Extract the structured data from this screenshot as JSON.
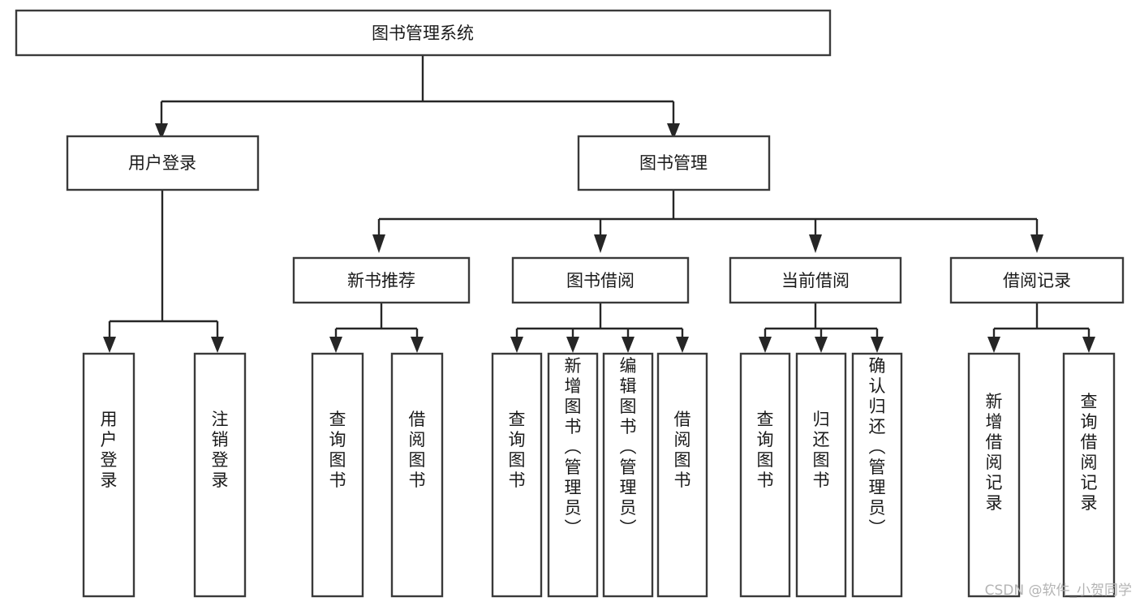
{
  "diagram": {
    "type": "tree-hierarchy",
    "title": "图书管理系统",
    "orientation": "top-down",
    "colors": {
      "box_fill": "#ffffff",
      "box_stroke": "#3a3a3a",
      "connector": "#262626",
      "text": "#1a1a1a",
      "watermark": "#b4b4b4",
      "background": "#ffffff"
    },
    "root": {
      "label": "图书管理系统"
    },
    "level2": [
      {
        "label": "用户登录"
      },
      {
        "label": "图书管理"
      }
    ],
    "level3": [
      {
        "label": "新书推荐"
      },
      {
        "label": "图书借阅"
      },
      {
        "label": "当前借阅"
      },
      {
        "label": "借阅记录"
      }
    ],
    "leaves": {
      "user_login": [
        {
          "label": "用户登录"
        },
        {
          "label": "注销登录"
        }
      ],
      "new_book_recommend": [
        {
          "label": "查询图书"
        },
        {
          "label": "借阅图书"
        }
      ],
      "book_borrow": [
        {
          "label": "查询图书"
        },
        {
          "label": "新增图书（管理员）"
        },
        {
          "label": "编辑图书（管理员）"
        },
        {
          "label": "借阅图书"
        }
      ],
      "current_borrow": [
        {
          "label": "查询图书"
        },
        {
          "label": "归还图书"
        },
        {
          "label": "确认归还（管理员）"
        }
      ],
      "borrow_record": [
        {
          "label": "新增借阅记录"
        },
        {
          "label": "查询借阅记录"
        }
      ]
    }
  },
  "watermark": {
    "text": "CSDN @软件_小贺同学"
  }
}
